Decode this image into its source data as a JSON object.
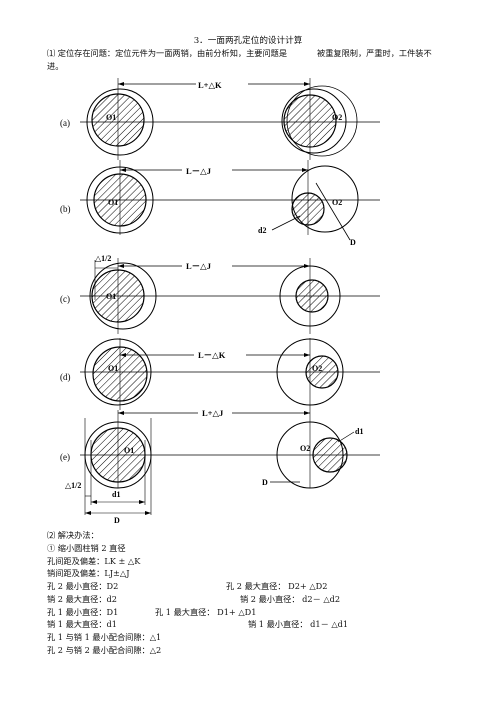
{
  "title": "3．一面两孔定位的设计计算",
  "intro": {
    "part1": "⑴ 定位存在问题：定位元件为一面两销，由前分析知，主要问题是",
    "part2": "被重复限制，严重时，工件装不",
    "part3": "进。"
  },
  "figure": {
    "panels": [
      {
        "label": "(a)",
        "dim": "L+△K",
        "o1": "O1",
        "o2": "O2"
      },
      {
        "label": "(b)",
        "dim": "L－△J",
        "o1": "O1",
        "o2": "O2",
        "d2": "d2",
        "D": "D"
      },
      {
        "label": "(c)",
        "dim": "L－△J",
        "o1": "O1",
        "delta": "△1/2"
      },
      {
        "label": "(d)",
        "dim": "L－△K",
        "o1": "O1",
        "o2": "O2"
      },
      {
        "label": "(e)",
        "dim": "L+△J",
        "o1": "O1",
        "o2": "O2",
        "d1": "d1",
        "D": "D",
        "delta": "△1/2",
        "d1b": "d1",
        "Db": "D"
      }
    ]
  },
  "solution": {
    "heading": "⑵ 解决办法：",
    "method": "① 缩小圆柱销 2 直径",
    "hole_spacing": "孔间距及偏差：LK ± △K",
    "pin_spacing": "销间距及偏差：LJ±△J",
    "rows": [
      {
        "left": "孔 2 最小直径：D2",
        "right": "孔 2 最大直径： D2+ △D2"
      },
      {
        "left": "销 2 最大直径：d2",
        "right": "销 2 最小直径： d2－ △d2"
      },
      {
        "left": "孔 1 最小直径：D1",
        "right": "孔 1 最大直径： D1+ △D1"
      },
      {
        "left": "销 1 最大直径：d1",
        "right": "销 1 最小直径： d1－ △d1"
      }
    ],
    "clear1": "孔 1 与销 1 最小配合间隙：△1",
    "clear2": "孔 2 与销 2 最小配合间隙：△2"
  }
}
